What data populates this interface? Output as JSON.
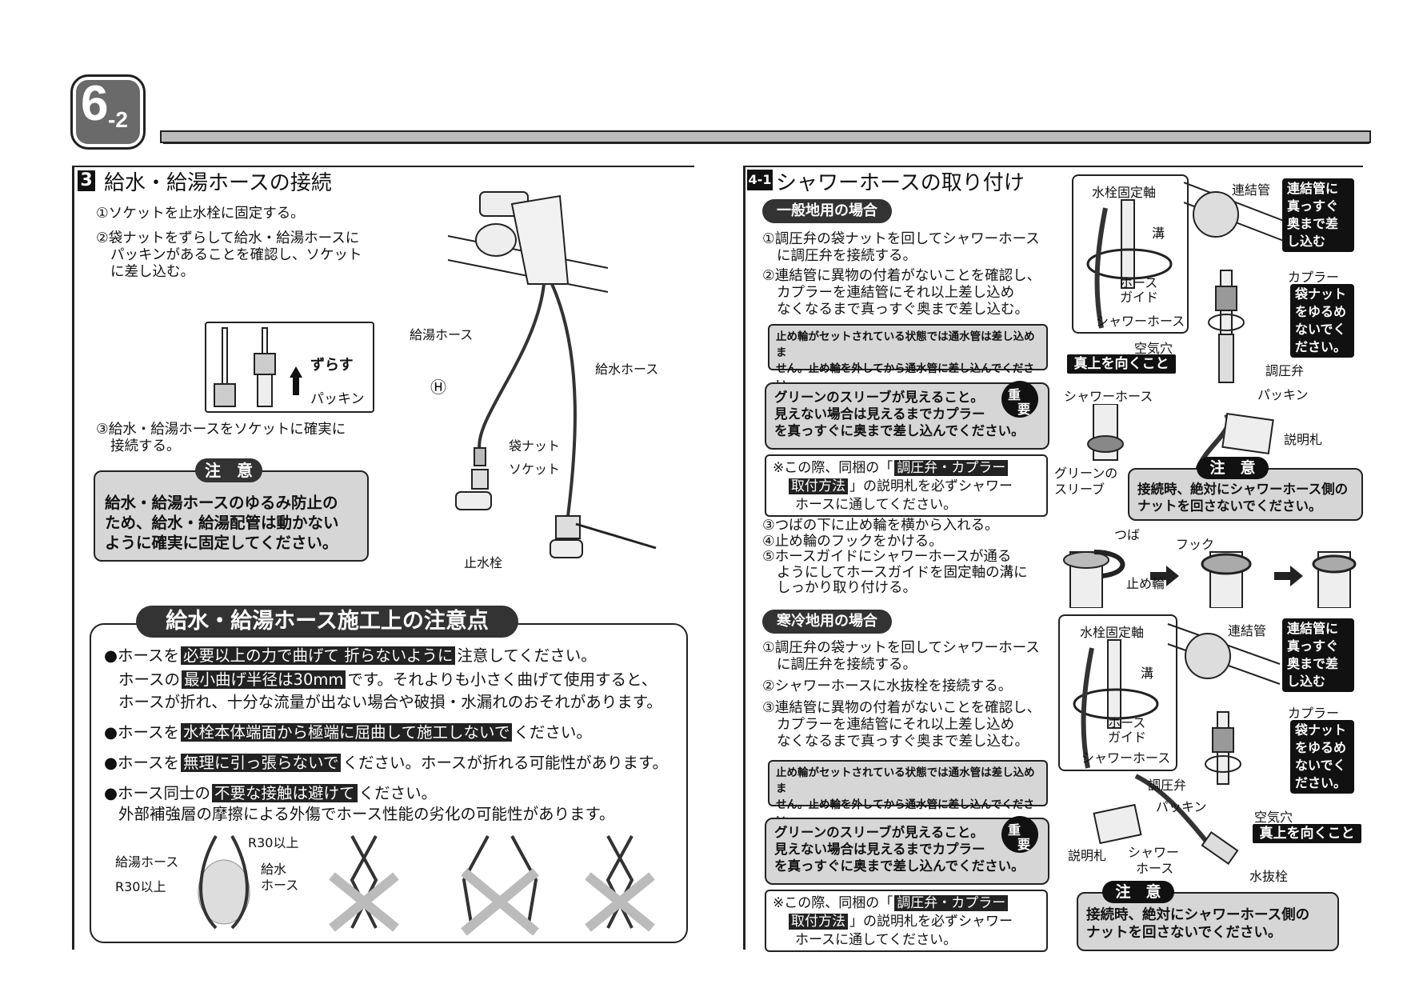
{
  "header": {
    "section_num": "6",
    "section_sub": "-2"
  },
  "left": {
    "title_num": "3",
    "title": "給水・給湯ホースの接続",
    "steps": [
      "①ソケットを止水栓に固定する。",
      "②袋ナットをずらして給水・給湯ホースに",
      "パッキンがあることを確認し、ソケット",
      "に差し込む。",
      "③給水・給湯ホースをソケットに確実に",
      "接続する。"
    ],
    "inset": {
      "arrow_label": "ずらす",
      "packing_label": "パッキン"
    },
    "labels": {
      "hot_hose": "給湯ホース",
      "cold_hose": "給水ホース",
      "h_mark": "Ⓗ",
      "bag_nut": "袋ナット",
      "socket": "ソケット",
      "stop_valve": "止水栓"
    },
    "caution": {
      "title": "注　意",
      "lines": [
        "給水・給湯ホースのゆるみ防止の",
        "ため、給水・給湯配管は動かない",
        "ように確実に固定してください。"
      ]
    }
  },
  "notes": {
    "title": "給水・給湯ホース施工上の注意点",
    "n1": {
      "a": "●ホースを",
      "hl": "必要以上の力で曲げて 折らないように",
      "b": "注意してください。"
    },
    "n1b": {
      "a": "ホースの",
      "hl": "最小曲げ半径は30mm",
      "b": "です。それよりも小さく曲げて使用すると、"
    },
    "n1c": "ホースが折れ、十分な流量が出ない場合や破損・水漏れのおそれがあります。",
    "n2": {
      "a": "●ホースを",
      "hl": "水栓本体端面から極端に屈曲して施工しないで",
      "b": "ください。"
    },
    "n3": {
      "a": "●ホースを",
      "hl": "無理に引っ張らないで",
      "b": "ください。ホースが折れる可能性があります。"
    },
    "n4": {
      "a": "●ホース同士の",
      "hl": "不要な接触は避けて",
      "b": "ください。"
    },
    "n4b": "外部補強層の摩擦による外傷でホース性能の劣化の可能性があります。",
    "fig": {
      "hot": "給湯ホース",
      "r30a": "R30以上",
      "cold1": "給水",
      "cold2": "ホース",
      "r30b": "R30以上"
    }
  },
  "right": {
    "title_num": "4-1",
    "title": "シャワーホースの取り付け",
    "general": {
      "label": "一般地用の場合",
      "steps": [
        "①調圧弁の袋ナットを回してシャワーホース",
        "に調圧弁を接続する。",
        "②連結管に異物の付着がないことを確認し、",
        "カプラーを連結管にそれ以上差し込め",
        "なくなるまで真っすぐ奥まで差し込む。"
      ],
      "warn": [
        "止め輪がセットされている状態では通水管は差し込めま",
        "せん。止め輪を外してから通水管に差し込んでください。"
      ],
      "important": [
        "グリーンのスリーブが見えること。",
        "見えない場合は見えるまでカプラー",
        "を真っすぐに奥まで差し込んでください。"
      ],
      "imp_badge1": "重",
      "imp_badge2": "要",
      "note": {
        "a": "※この際、同梱の「",
        "hl1": "調圧弁・カプラー",
        "hl2": "取付方法",
        "b": "」の説明札を必ずシャワー",
        "c": "ホースに通してください。"
      },
      "steps2": [
        "③つばの下に止め輪を横から入れる。",
        "④止め輪のフックをかける。",
        "⑤ホースガイドにシャワーホースが通る",
        "ようにしてホースガイドを固定軸の溝に",
        "しっかり取り付ける。"
      ]
    },
    "cold": {
      "label": "寒冷地用の場合",
      "steps": [
        "①調圧弁の袋ナットを回してシャワーホース",
        "に調圧弁を接続する。",
        "②シャワーホースに水抜栓を接続する。",
        "③連結管に異物の付着がないことを確認し、",
        "カプラーを連結管にそれ以上差し込め",
        "なくなるまで真っすぐ奥まで差し込む。"
      ],
      "warn": [
        "止め輪がセットされている状態では通水管は差し込めま",
        "せん。止め輪を外してから通水管に差し込んでください。"
      ],
      "important": [
        "グリーンのスリーブが見えること。",
        "見えない場合は見えるまでカプラー",
        "を真っすぐに奥まで差し込んでください。"
      ],
      "note": {
        "a": "※この際、同梱の「",
        "hl1": "調圧弁・カプラー",
        "hl2": "取付方法",
        "b": "」の説明札を必ずシャワー",
        "c": "ホースに通してください。"
      }
    },
    "diag1": {
      "fixed_shaft": "水栓固定軸",
      "groove": "溝",
      "hose_guide1": "ホース",
      "hose_guide2": "ガイド",
      "shower_hose": "シャワーホース",
      "connect_pipe": "連結管",
      "push_text": [
        "連結管に",
        "真っすぐ",
        "奥まで差",
        "し込む"
      ],
      "coupler": "カプラー",
      "nut_text": [
        "袋ナット",
        "をゆるめ",
        "ないでく",
        "ださい。"
      ],
      "air_hole": "空気穴",
      "face_up": "真上を向くこと",
      "pressure_valve": "調圧弁",
      "packing": "パッキン",
      "shower_hose2": "シャワーホース",
      "tag": "説明札",
      "green_sleeve1": "グリーンの",
      "green_sleeve2": "スリーブ",
      "caution_title": "注　意",
      "caution": [
        "接続時、絶対にシャワーホース側の",
        "ナットを回さないでください。"
      ]
    },
    "ringfig": {
      "tsuba": "つば",
      "hook": "フック",
      "ring": "止め輪"
    },
    "diag2": {
      "fixed_shaft": "水栓固定軸",
      "groove": "溝",
      "hose_guide1": "ホース",
      "hose_guide2": "ガイド",
      "shower_hose": "シャワーホース",
      "connect_pipe": "連結管",
      "push_text": [
        "連結管に",
        "真っすぐ",
        "奥まで差",
        "し込む"
      ],
      "coupler": "カプラー",
      "nut_text": [
        "袋ナット",
        "をゆるめ",
        "ないでく",
        "ださい。"
      ],
      "pressure_valve": "調圧弁",
      "packing": "パッキン",
      "air_hole": "空気穴",
      "face_up": "真上を向くこと",
      "tag": "説明札",
      "shower1": "シャワー",
      "shower2": "ホース",
      "drain": "水抜栓",
      "caution_title": "注　意",
      "caution": [
        "接続時、絶対にシャワーホース側の",
        "ナットを回さないでください。"
      ]
    }
  }
}
